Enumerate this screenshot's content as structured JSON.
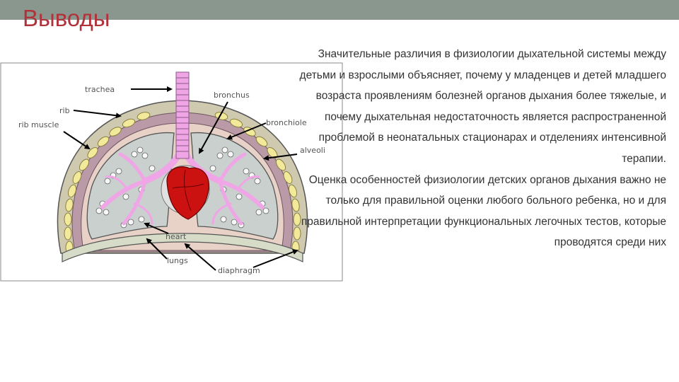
{
  "slide": {
    "title": "Выводы",
    "paragraphs": [
      "Значительные различия в физиологии дыхательной системы между детьми и взрослыми объясняет, почему у младенцев и детей младшего возраста проявлениям болезней органов дыхания более тяжелые, и почему дыхательная недостаточность является распространенной проблемой в неонатальных стационарах и отделениях интенсивной терапии.",
      "Оценка особенностей физиологии детских органов дыхания важно не только для правильной оценки любого больного ребенка, но и для правильной интерпретации функциональных легочных тестов, которые проводятся среди них"
    ]
  },
  "diagram": {
    "labels": {
      "trachea": "trachea",
      "bronchus": "bronchus",
      "rib": "rib",
      "rib_muscle": "rib muscle",
      "bronchiole": "bronchiole",
      "alveoli": "alveoli",
      "heart": "heart",
      "lungs": "lungs",
      "diaphragm": "diaphragm"
    }
  },
  "colors": {
    "title": "#b0323a",
    "top_bar": "#8a978f",
    "heart": "#cc1111",
    "bronchi": "#f0a6e6",
    "lung": "#c9d0cd",
    "pleura": "#e8d2c8",
    "rib": "#f2ea9a",
    "diaphragm": "#d6dcc8"
  }
}
